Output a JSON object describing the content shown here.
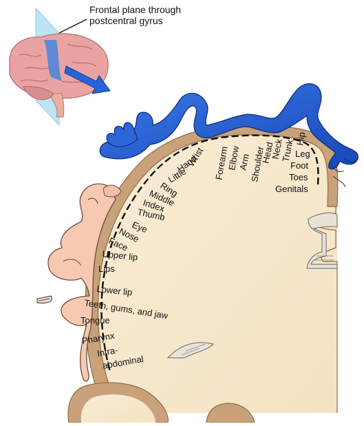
{
  "caption": {
    "line1": "Frontal plane through",
    "line2": "postcentral gyrus"
  },
  "labels": {
    "wrist": "Wrist",
    "forearm": "Forearm",
    "elbow": "Elbow",
    "arm": "Arm",
    "shoulder": "Shoulder",
    "head": "Head",
    "neck": "Neck",
    "trunk": "Trunk",
    "hip": "Hip",
    "leg": "Leg",
    "foot": "Foot",
    "toes": "Toes",
    "genitals": "Genitals",
    "hand": "Hand",
    "little": "Little",
    "ring": "Ring",
    "middle": "Middle",
    "index": "Index",
    "thumb": "Thumb",
    "eye": "Eye",
    "nose": "Nose",
    "face": "Face",
    "upper_lip": "Upper lip",
    "lips": "Lips",
    "lower_lip": "Lower lip",
    "teeth": "Teeth, gums, and jaw",
    "tongue": "Tongue",
    "pharynx": "Pharynx",
    "intra1": "Intra-",
    "intra2": "abdominal"
  },
  "colors": {
    "cortex": "#c8a27a",
    "white_matter": "#f7e8cc",
    "homunculus": "#1e5bd0",
    "skin": "#f6c9b0",
    "brain": "#e59a9a",
    "plane": "#9fd6ee",
    "arrow": "#2a63d6"
  }
}
